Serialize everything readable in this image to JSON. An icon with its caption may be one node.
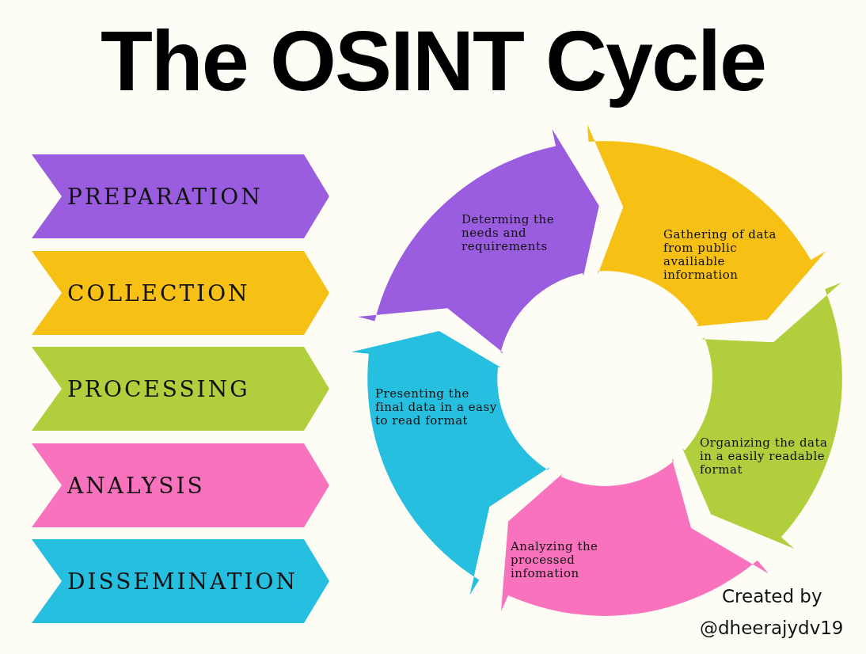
{
  "diagram": {
    "title": "The OSINT Cycle",
    "nodes": [
      {
        "text": [
          "PREPARATION"
        ]
      },
      {
        "text": [
          "COLLECTION"
        ]
      },
      {
        "text": [
          "PROCESSING"
        ]
      },
      {
        "text": [
          "ANALYSIS"
        ]
      },
      {
        "text": [
          "DISSEMINATION"
        ]
      },
      {
        "text": [
          "Determing the needs and requirements"
        ]
      },
      {
        "text": [
          "Gathering of data from public availiable information"
        ]
      },
      {
        "text": [
          "Organizing the data in a easily readable format"
        ]
      },
      {
        "text": [
          "Analyzing the processed infomation"
        ]
      },
      {
        "text": [
          "Presenting the final data in a easy to read format"
        ]
      }
    ],
    "labels": [
      "Created by",
      "@dheerajydv19"
    ]
  }
}
